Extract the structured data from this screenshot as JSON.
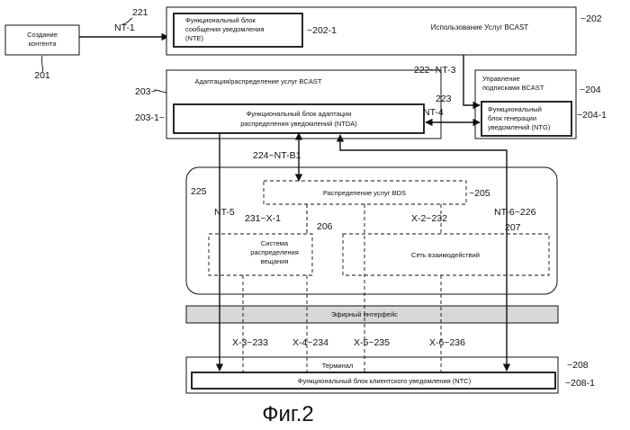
{
  "caption": "Фиг.2",
  "nodes": {
    "content_creation": {
      "line1": "Создание",
      "line2": "контента"
    },
    "service_usage": "Использование Услуг BCAST",
    "nte": {
      "line1": "Функциональный блок",
      "line2": "сообщения уведомления",
      "line3": "(NTE)"
    },
    "adaptation": "Адаптация/распределение услуг BCAST",
    "ntda": {
      "line1": "Функциональный блок адаптации",
      "line2": "распределения уведомлений (NTDA)"
    },
    "subscription": {
      "line1": "Управление",
      "line2": "подписками BCAST"
    },
    "ntg": {
      "line1": "Функциональный",
      "line2": "блок генерации",
      "line3": "уведомлений (NTG)"
    },
    "bds_distribution": "Распределение услуг BDS",
    "broadcast": {
      "line1": "Система",
      "line2": "распределения",
      "line3": "вещания"
    },
    "interaction": "Сеть взаимодействий",
    "air_interface": "Эфирный интерфейс",
    "terminal": "Терминал",
    "ntc": "Функциональный блок клиентского уведомления (NTC)"
  },
  "refs": {
    "r201": "201",
    "r202": "~202",
    "r202_1": "~202-1",
    "r203": "203~",
    "r203_1": "203-1~",
    "r204": "~204",
    "r204_1": "~204-1",
    "r205": "~205",
    "r206": "206",
    "r207": "207",
    "r208": "~208",
    "r208_1": "~208-1",
    "r221": "221",
    "r223": "223",
    "r225": "225",
    "nt1": "NT-1",
    "nt3": "222~NT-3",
    "nt4": "NT-4",
    "ntb1": "224~NT-B1",
    "nt5": "NT-5",
    "nt6": "NT-6~226",
    "x1": "231~X-1",
    "x2": "X-2~232",
    "x3": "X-3~233",
    "x4": "X-4~234",
    "x5": "X-5~235",
    "x6": "X-6~236"
  }
}
